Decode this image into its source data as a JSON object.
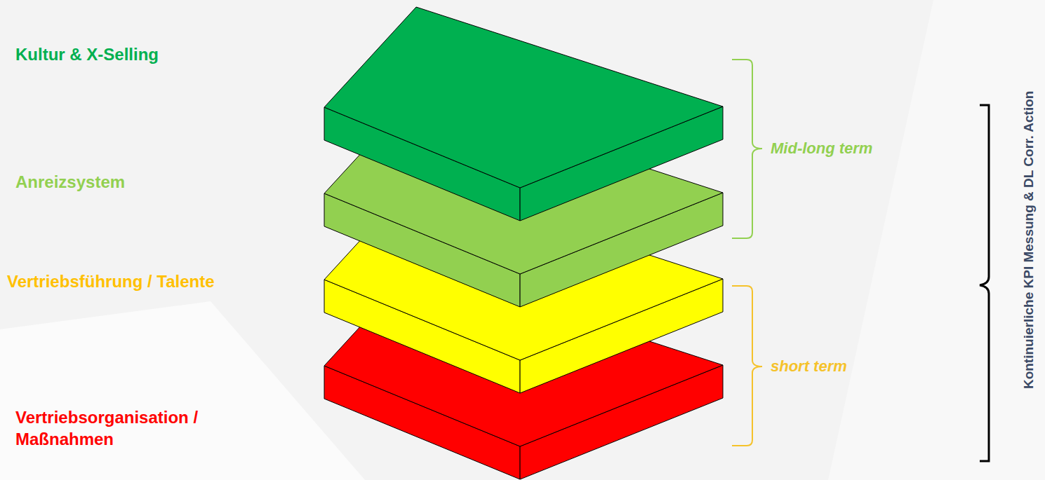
{
  "diagram": {
    "labels": [
      "Kultur & X-Selling",
      "Mid-long term",
      "Anreizsystem",
      "Vertriebsführung / Talente",
      "short term",
      "Vertriebsorganisation / Maßnahmen",
      "Kontinuierliche KPI Messung & DL Corr. Action"
    ]
  }
}
